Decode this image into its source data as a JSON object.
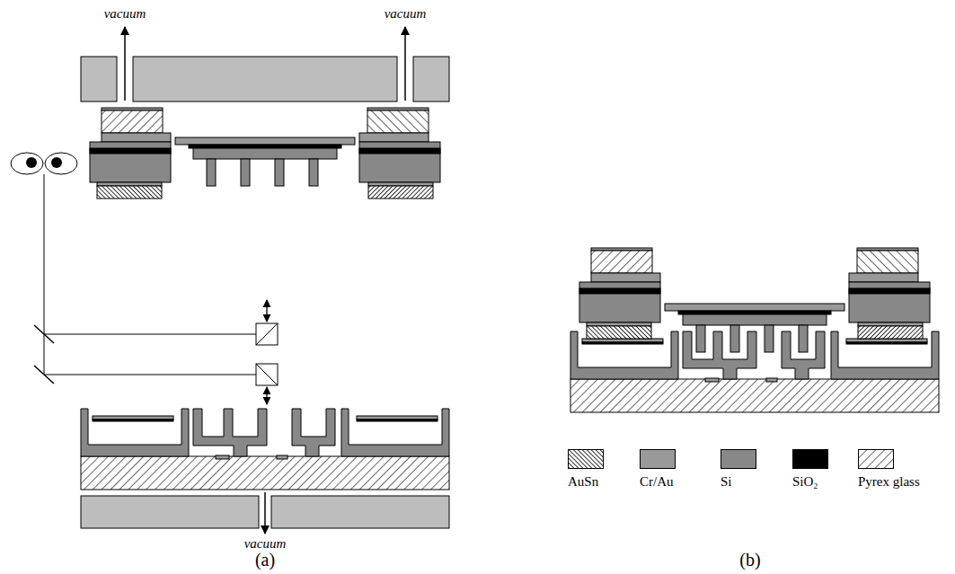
{
  "diagram": {
    "labels": [
      "vacuum",
      "vacuum",
      "vacuum",
      "(a)",
      "(b)"
    ],
    "legend": [
      {
        "text": "AuSn"
      },
      {
        "text": "Cr/Au",
        "color": "#999999"
      },
      {
        "text": "Si",
        "color": "#888888"
      },
      {
        "text": "SiO₂",
        "color": "#000000"
      },
      {
        "text": "Pyrex glass"
      }
    ]
  }
}
